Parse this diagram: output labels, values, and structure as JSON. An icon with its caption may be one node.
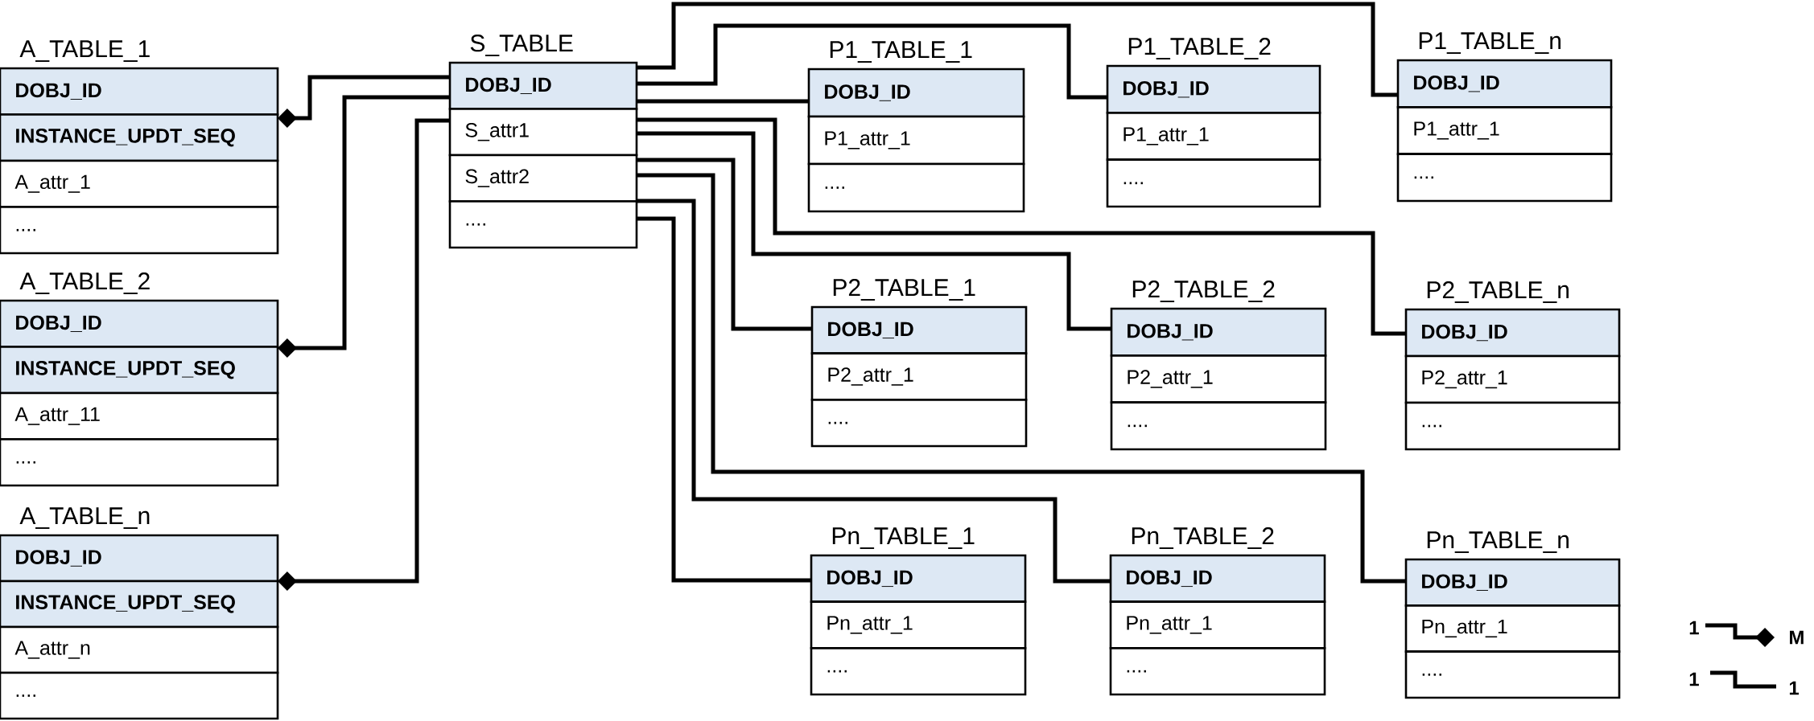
{
  "diagram": {
    "nodes": [
      {
        "text": [
          "A_TABLE_1",
          "DOBJ_ID",
          "INSTANCE_UPDT_SEQ",
          "A_attr_1",
          "...."
        ]
      },
      {
        "text": [
          "A_TABLE_2",
          "DOBJ_ID",
          "INSTANCE_UPDT_SEQ",
          "A_attr_11",
          "...."
        ]
      },
      {
        "text": [
          "A_TABLE_n",
          "DOBJ_ID",
          "INSTANCE_UPDT_SEQ",
          "A_attr_n",
          "...."
        ]
      },
      {
        "text": [
          "S_TABLE",
          "DOBJ_ID",
          "S_attr1",
          "S_attr2",
          "...."
        ]
      },
      {
        "text": [
          "P1_TABLE_1",
          "DOBJ_ID",
          "P1_attr_1",
          "...."
        ]
      },
      {
        "text": [
          "P1_TABLE_2",
          "DOBJ_ID",
          "P1_attr_1",
          "...."
        ]
      },
      {
        "text": [
          "P1_TABLE_n",
          "DOBJ_ID",
          "P1_attr_1",
          "...."
        ]
      },
      {
        "text": [
          "P2_TABLE_1",
          "DOBJ_ID",
          "P2_attr_1",
          "...."
        ]
      },
      {
        "text": [
          "P2_TABLE_2",
          "DOBJ_ID",
          "P2_attr_1",
          "...."
        ]
      },
      {
        "text": [
          "P2_TABLE_n",
          "DOBJ_ID",
          "P2_attr_1",
          "...."
        ]
      },
      {
        "text": [
          "Pn_TABLE_1",
          "DOBJ_ID",
          "Pn_attr_1",
          "...."
        ]
      },
      {
        "text": [
          "Pn_TABLE_2",
          "DOBJ_ID",
          "Pn_attr_1",
          "...."
        ]
      },
      {
        "text": [
          "Pn_TABLE_n",
          "DOBJ_ID",
          "Pn_attr_1",
          "...."
        ]
      }
    ],
    "edges": [
      {
        "from": 0,
        "to": 3,
        "arrow": "other"
      },
      {
        "from": 1,
        "to": 3,
        "arrow": "other"
      },
      {
        "from": 2,
        "to": 3,
        "arrow": "other"
      },
      {
        "from": 3,
        "to": 6,
        "arrow": "none"
      },
      {
        "from": 3,
        "to": 5,
        "arrow": "none"
      },
      {
        "from": 3,
        "to": 4,
        "arrow": "none"
      },
      {
        "from": 3,
        "to": 9,
        "arrow": "none"
      },
      {
        "from": 3,
        "to": 8,
        "arrow": "none"
      },
      {
        "from": 3,
        "to": 7,
        "arrow": "none"
      },
      {
        "from": 3,
        "to": 12,
        "arrow": "none"
      },
      {
        "from": 3,
        "to": 11,
        "arrow": "none"
      },
      {
        "from": 3,
        "to": 10,
        "arrow": "none"
      }
    ],
    "labels": [
      "1",
      "M",
      "1",
      "1"
    ]
  }
}
